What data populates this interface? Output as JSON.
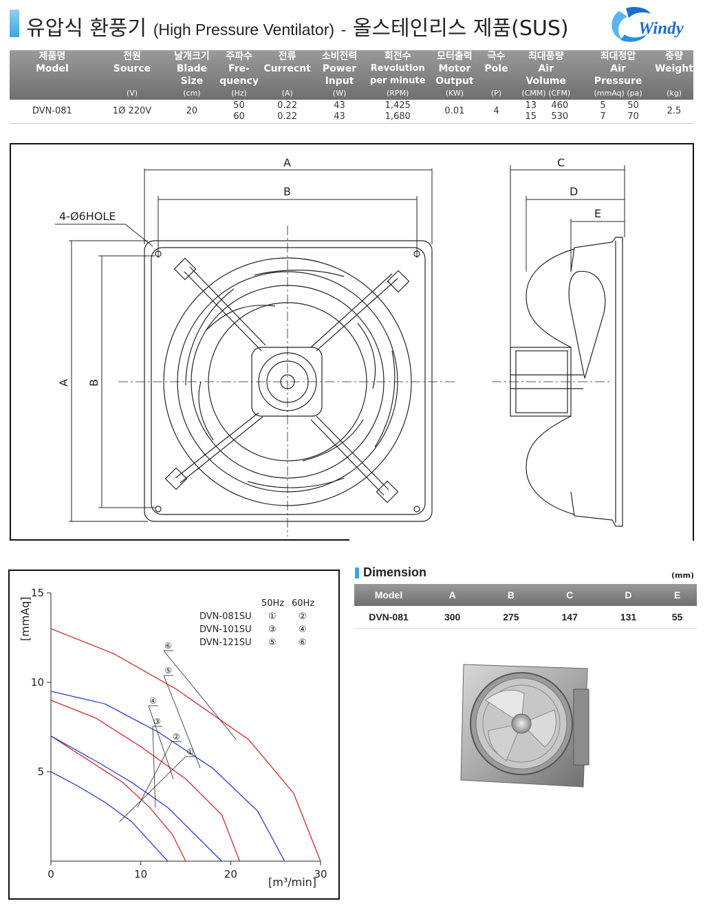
{
  "header": {
    "title_ko": "유압식 환풍기",
    "title_en": "(High Pressure Ventilator)",
    "title_sep": "-",
    "title_sub": "올스테인리스 제품(SUS)",
    "logo_text": "Windy"
  },
  "spec_table": {
    "columns": [
      {
        "ko": "제품명",
        "en": "Model",
        "unit": ""
      },
      {
        "ko": "전원",
        "en": "Source",
        "unit": "(V)"
      },
      {
        "ko": "날개크기",
        "en": "Blade Size",
        "unit": "(cm)"
      },
      {
        "ko": "주파수",
        "en": "Fre- quency",
        "unit": "(Hz)"
      },
      {
        "ko": "전류",
        "en": "Currecnt",
        "unit": "(A)"
      },
      {
        "ko": "소비전력",
        "en": "Power Input",
        "unit": "(W)"
      },
      {
        "ko": "회전수",
        "en": "Revolution per minute",
        "unit": "(RPM)"
      },
      {
        "ko": "모터출력",
        "en": "Motor Output",
        "unit": "(KW)"
      },
      {
        "ko": "극수",
        "en": "Pole",
        "unit": "(P)"
      },
      {
        "ko": "최대풍량",
        "en": "Air Volume",
        "unit": "(CMM)  (CFM)"
      },
      {
        "ko": "최대정압",
        "en": "Air Pressure",
        "unit": "(mmAq)    (pa)"
      },
      {
        "ko": "중량",
        "en": "Weight",
        "unit": "(kg)"
      }
    ],
    "row": {
      "model": "DVN-081",
      "source": "1Ø 220V",
      "blade": "20",
      "freq": [
        "50",
        "60"
      ],
      "current": [
        "0.22",
        "0.22"
      ],
      "power": [
        "43",
        "43"
      ],
      "rpm": [
        "1,425",
        "1,680"
      ],
      "motor": "0.01",
      "pole": "4",
      "air_cmm": [
        "13",
        "15"
      ],
      "air_cfm": [
        "460",
        "530"
      ],
      "press_mmaq": [
        "5",
        "7"
      ],
      "press_pa": [
        "50",
        "70"
      ],
      "weight": "2.5"
    }
  },
  "drawing": {
    "labels": {
      "a": "A",
      "b": "B",
      "c": "C",
      "d": "D",
      "e": "E",
      "hole": "4-Ø6HOLE"
    }
  },
  "chart_data": {
    "type": "line",
    "ylabel": "[mmAq]",
    "xlabel": "[m³/min]",
    "xlim": [
      0,
      30
    ],
    "ylim": [
      0,
      15
    ],
    "xticks": [
      0,
      10,
      20,
      30
    ],
    "yticks": [
      5,
      10,
      15
    ],
    "legend_header": [
      "50Hz",
      "60Hz"
    ],
    "legend": [
      {
        "model": "DVN-081SU",
        "hz50": "①",
        "hz60": "②"
      },
      {
        "model": "DVN-101SU",
        "hz50": "③",
        "hz60": "④"
      },
      {
        "model": "DVN-121SU",
        "hz50": "⑤",
        "hz60": "⑥"
      }
    ],
    "series": [
      {
        "name": "①",
        "color": "#2a3fd0",
        "x": [
          0,
          3,
          6,
          9,
          11,
          13
        ],
        "y": [
          5.0,
          4.2,
          3.3,
          2.2,
          1.1,
          0
        ]
      },
      {
        "name": "②",
        "color": "#d02a2a",
        "x": [
          0,
          4,
          8,
          11,
          13.5,
          15
        ],
        "y": [
          7.0,
          5.7,
          4.4,
          3.0,
          1.5,
          0
        ]
      },
      {
        "name": "③",
        "color": "#2a3fd0",
        "x": [
          0,
          5,
          9,
          13,
          16,
          19
        ],
        "y": [
          7.0,
          5.6,
          4.4,
          3.0,
          1.5,
          0
        ]
      },
      {
        "name": "④",
        "color": "#d02a2a",
        "x": [
          0,
          5,
          10,
          15,
          19,
          21
        ],
        "y": [
          9.0,
          8.0,
          6.4,
          4.6,
          2.6,
          0
        ]
      },
      {
        "name": "⑤",
        "color": "#2a3fd0",
        "x": [
          0,
          6,
          12,
          18,
          23,
          26
        ],
        "y": [
          9.5,
          8.8,
          7.2,
          5.2,
          2.8,
          0
        ]
      },
      {
        "name": "⑥",
        "color": "#d02a2a",
        "x": [
          0,
          7,
          14,
          22,
          27,
          30
        ],
        "y": [
          13.0,
          11.6,
          9.6,
          6.8,
          3.8,
          0
        ]
      }
    ]
  },
  "dimension": {
    "title": "Dimension",
    "unit": "(mm)",
    "headers": [
      "Model",
      "A",
      "B",
      "C",
      "D",
      "E"
    ],
    "row": [
      "DVN-081",
      "300",
      "275",
      "147",
      "131",
      "55"
    ]
  },
  "colors": {
    "accent": "#3aa5e0",
    "logo": "#1a6ed0",
    "header_gray": "#7a7a7a",
    "red_curve": "#d02a2a",
    "blue_curve": "#2a3fd0"
  }
}
